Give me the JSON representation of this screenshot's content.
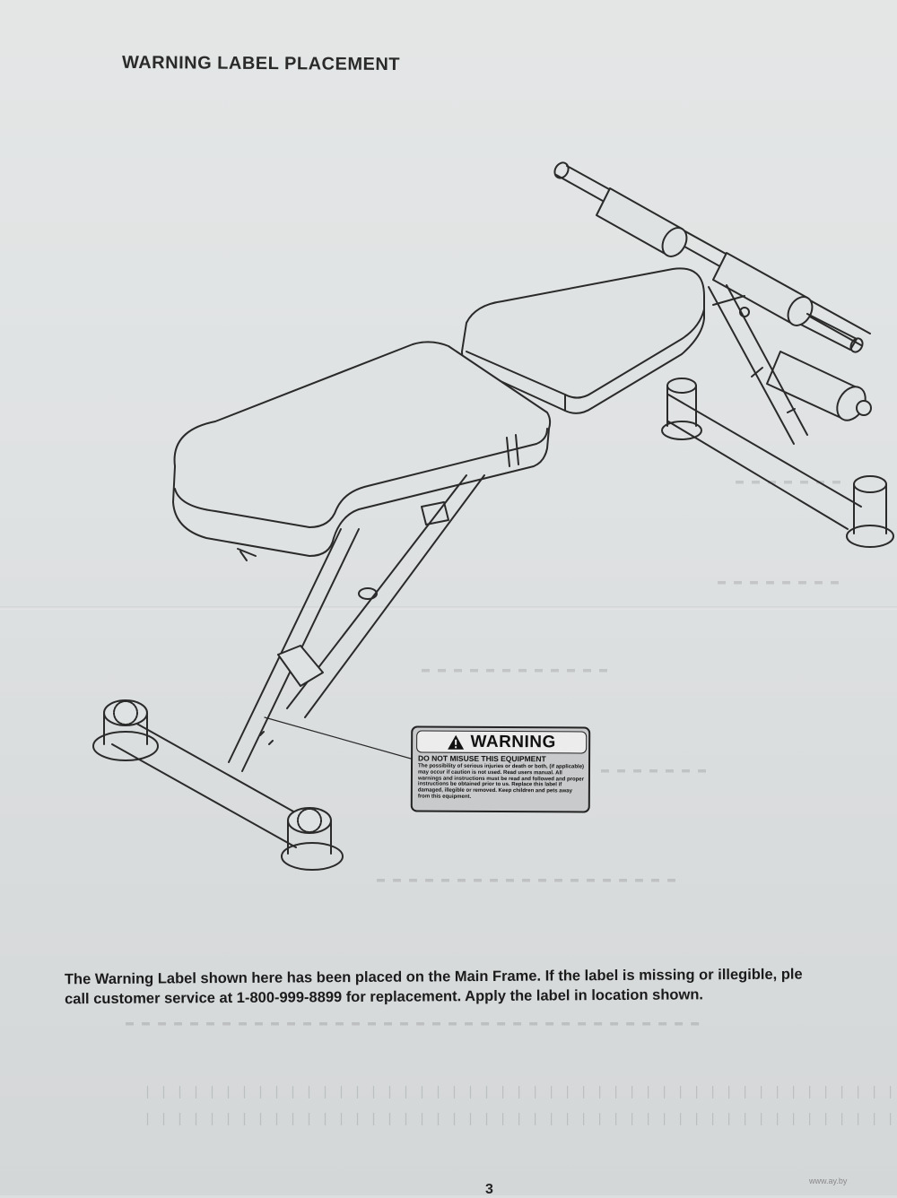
{
  "heading": "WARNING LABEL PLACEMENT",
  "warning_label": {
    "title": "WARNING",
    "subtitle": "DO NOT MISUSE THIS EQUIPMENT",
    "body": "The possibility of serious injuries or death or both, (if applicable) may occur if caution is not used. Read users manual. All warnings and instructions must be read and followed and proper instructions be obtained prior to us. Replace this label if damaged, illegible or removed. Keep children and pets away from this equipment."
  },
  "footer": {
    "line1": "The Warning Label shown here has been placed on the Main Frame. If the label is missing or illegible, ple",
    "line2": "call customer service at 1-800-999-8899 for replacement.  Apply the label in location shown."
  },
  "page_number": "3",
  "watermark": "www.ay.by",
  "colors": {
    "ink": "#1b1b1b",
    "paper": "#dfe2e3",
    "label_bg": "#c9cacb"
  }
}
